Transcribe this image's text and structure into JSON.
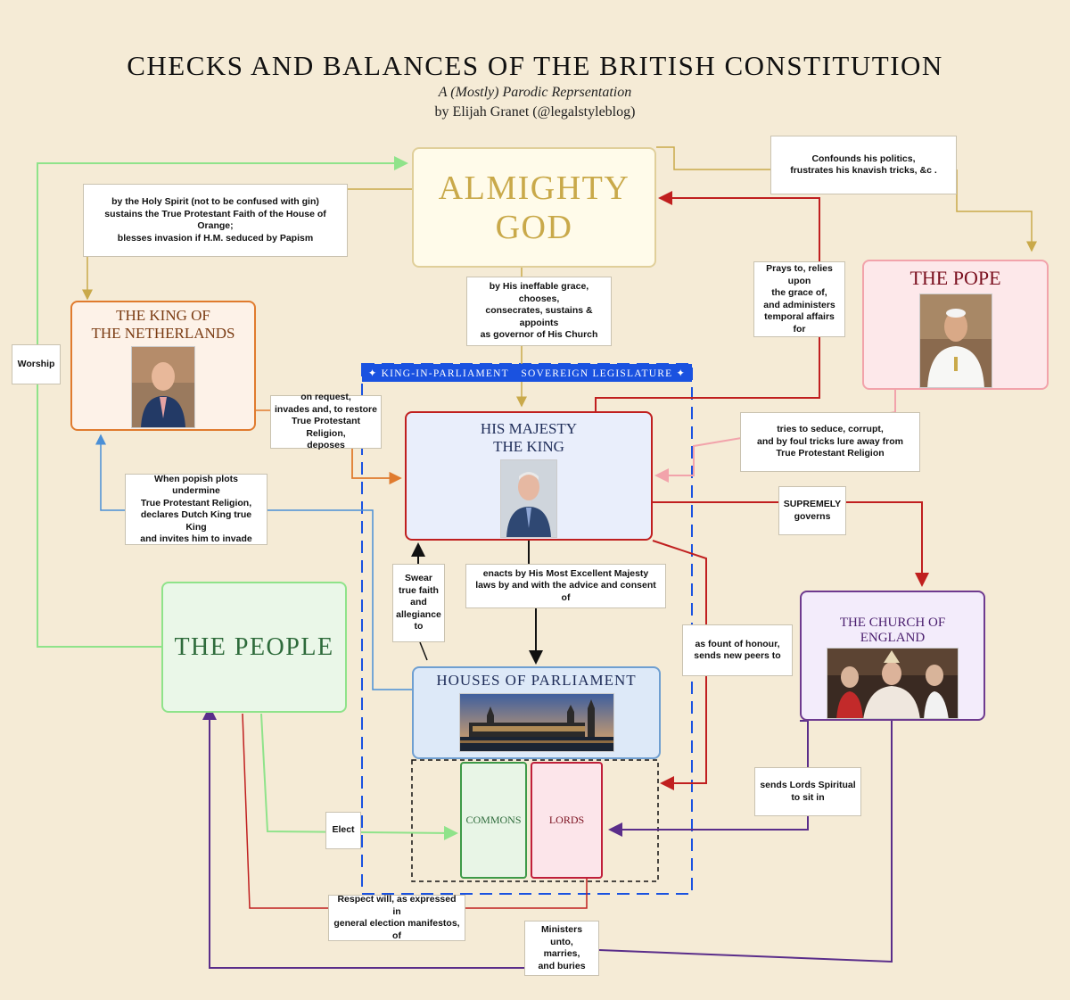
{
  "header": {
    "title": "CHECKS AND BALANCES OF THE BRITISH CONSTITUTION",
    "subtitle": "A (Mostly) Parodic Reprsentation",
    "byline": "by Elijah Granet (@legalstyleblog)"
  },
  "nodes": {
    "god": "ALMIGHTY\nGOD",
    "netherlands": "THE KING OF\nTHE NETHERLANDS",
    "king": "HIS MAJESTY\nTHE KING",
    "pope": "THE POPE",
    "church": "THE CHURCH OF\nENGLAND",
    "people": "THE PEOPLE",
    "parliament": "HOUSES OF PARLIAMENT",
    "commons": "COMMONS",
    "lords": "LORDS"
  },
  "banner": {
    "left": "✦ KING-IN-PARLIAMENT",
    "right": "SOVEREIGN LEGISLATURE ✦"
  },
  "notes": {
    "holy_spirit": "by the Holy Spirit (not to be confused with gin)\nsustains the True Protestant Faith of the House of Orange;\nblesses invasion if H.M. seduced by Papism",
    "confounds": "Confounds his politics,\nfrustrates his knavish tricks, &c .",
    "ineffable": "by His ineffable grace, chooses,\nconsecrates, sustains & appoints\nas governor of His Church",
    "prays": "Prays to, relies upon\nthe grace of,\nand administers\ntemporal affairs for",
    "worship": "Worship",
    "invades": "on request,\ninvades and, to restore\nTrue Protestant Religion,\ndeposes",
    "seduce": "tries to seduce, corrupt,\nand by foul tricks lure away from\nTrue Protestant Religion",
    "popish": "When popish plots undermine\nTrue Protestant Religion,\ndeclares Dutch King true King\nand invites him to invade",
    "supremely": "SUPREMELY\ngoverns",
    "enacts": "enacts by His Most Excellent Majesty\nlaws by and with the advice and consent of",
    "swear": "Swear\ntrue faith\nand\nallegiance\nto",
    "honour": "as fount of honour,\nsends new peers to",
    "lords_spiritual": "sends Lords Spiritual\nto sit in",
    "elect": "Elect",
    "respect": "Respect will, as expressed in\ngeneral election manifestos, of",
    "ministers": "Ministers unto,\nmarries,\nand buries"
  },
  "colors": {
    "background": "#f5ebd6",
    "god_line": "#c9a94a",
    "king_red": "#c01f1f",
    "pope_pink": "#f2a3ab",
    "people_green": "#8fe38a",
    "dutch_orange": "#e07b2e",
    "popish_blue": "#4a8fd6",
    "church_purple": "#5a2d8a",
    "banner_blue": "#1a52e0"
  }
}
